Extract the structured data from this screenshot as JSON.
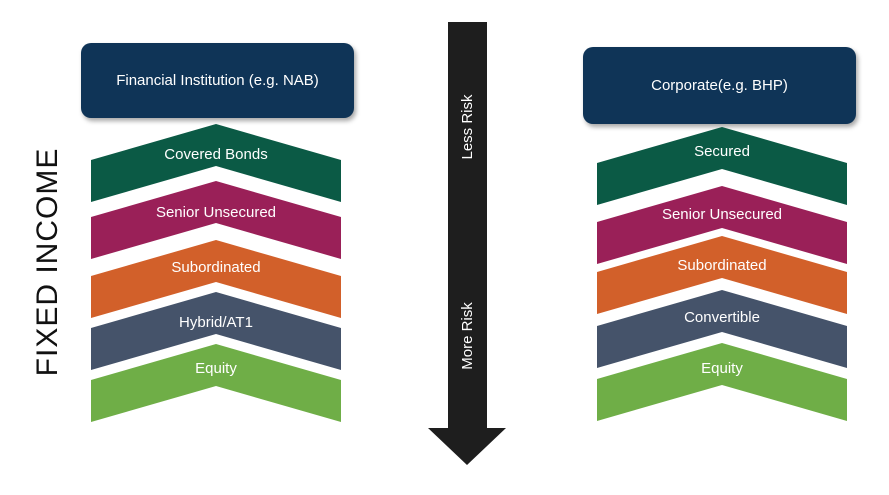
{
  "side_label": "FIXED INCOME",
  "left": {
    "header": "Financial Institution (e.g. NAB)",
    "levels": [
      "Covered Bonds",
      "Senior Unsecured",
      "Subordinated",
      "Hybrid/AT1",
      "Equity"
    ]
  },
  "right": {
    "header": "Corporate(e.g. BHP)",
    "levels": [
      "Secured",
      "Senior Unsecured",
      "Subordinated",
      "Convertible",
      "Equity"
    ]
  },
  "arrow": {
    "top_label": "Less Risk",
    "bottom_label": "More Risk"
  },
  "colors": {
    "header": "#0f3457",
    "levels": [
      "#0b5a45",
      "#9a2058",
      "#d2602a",
      "#45536a",
      "#6fae47"
    ],
    "arrow": "#1e1e1e"
  }
}
